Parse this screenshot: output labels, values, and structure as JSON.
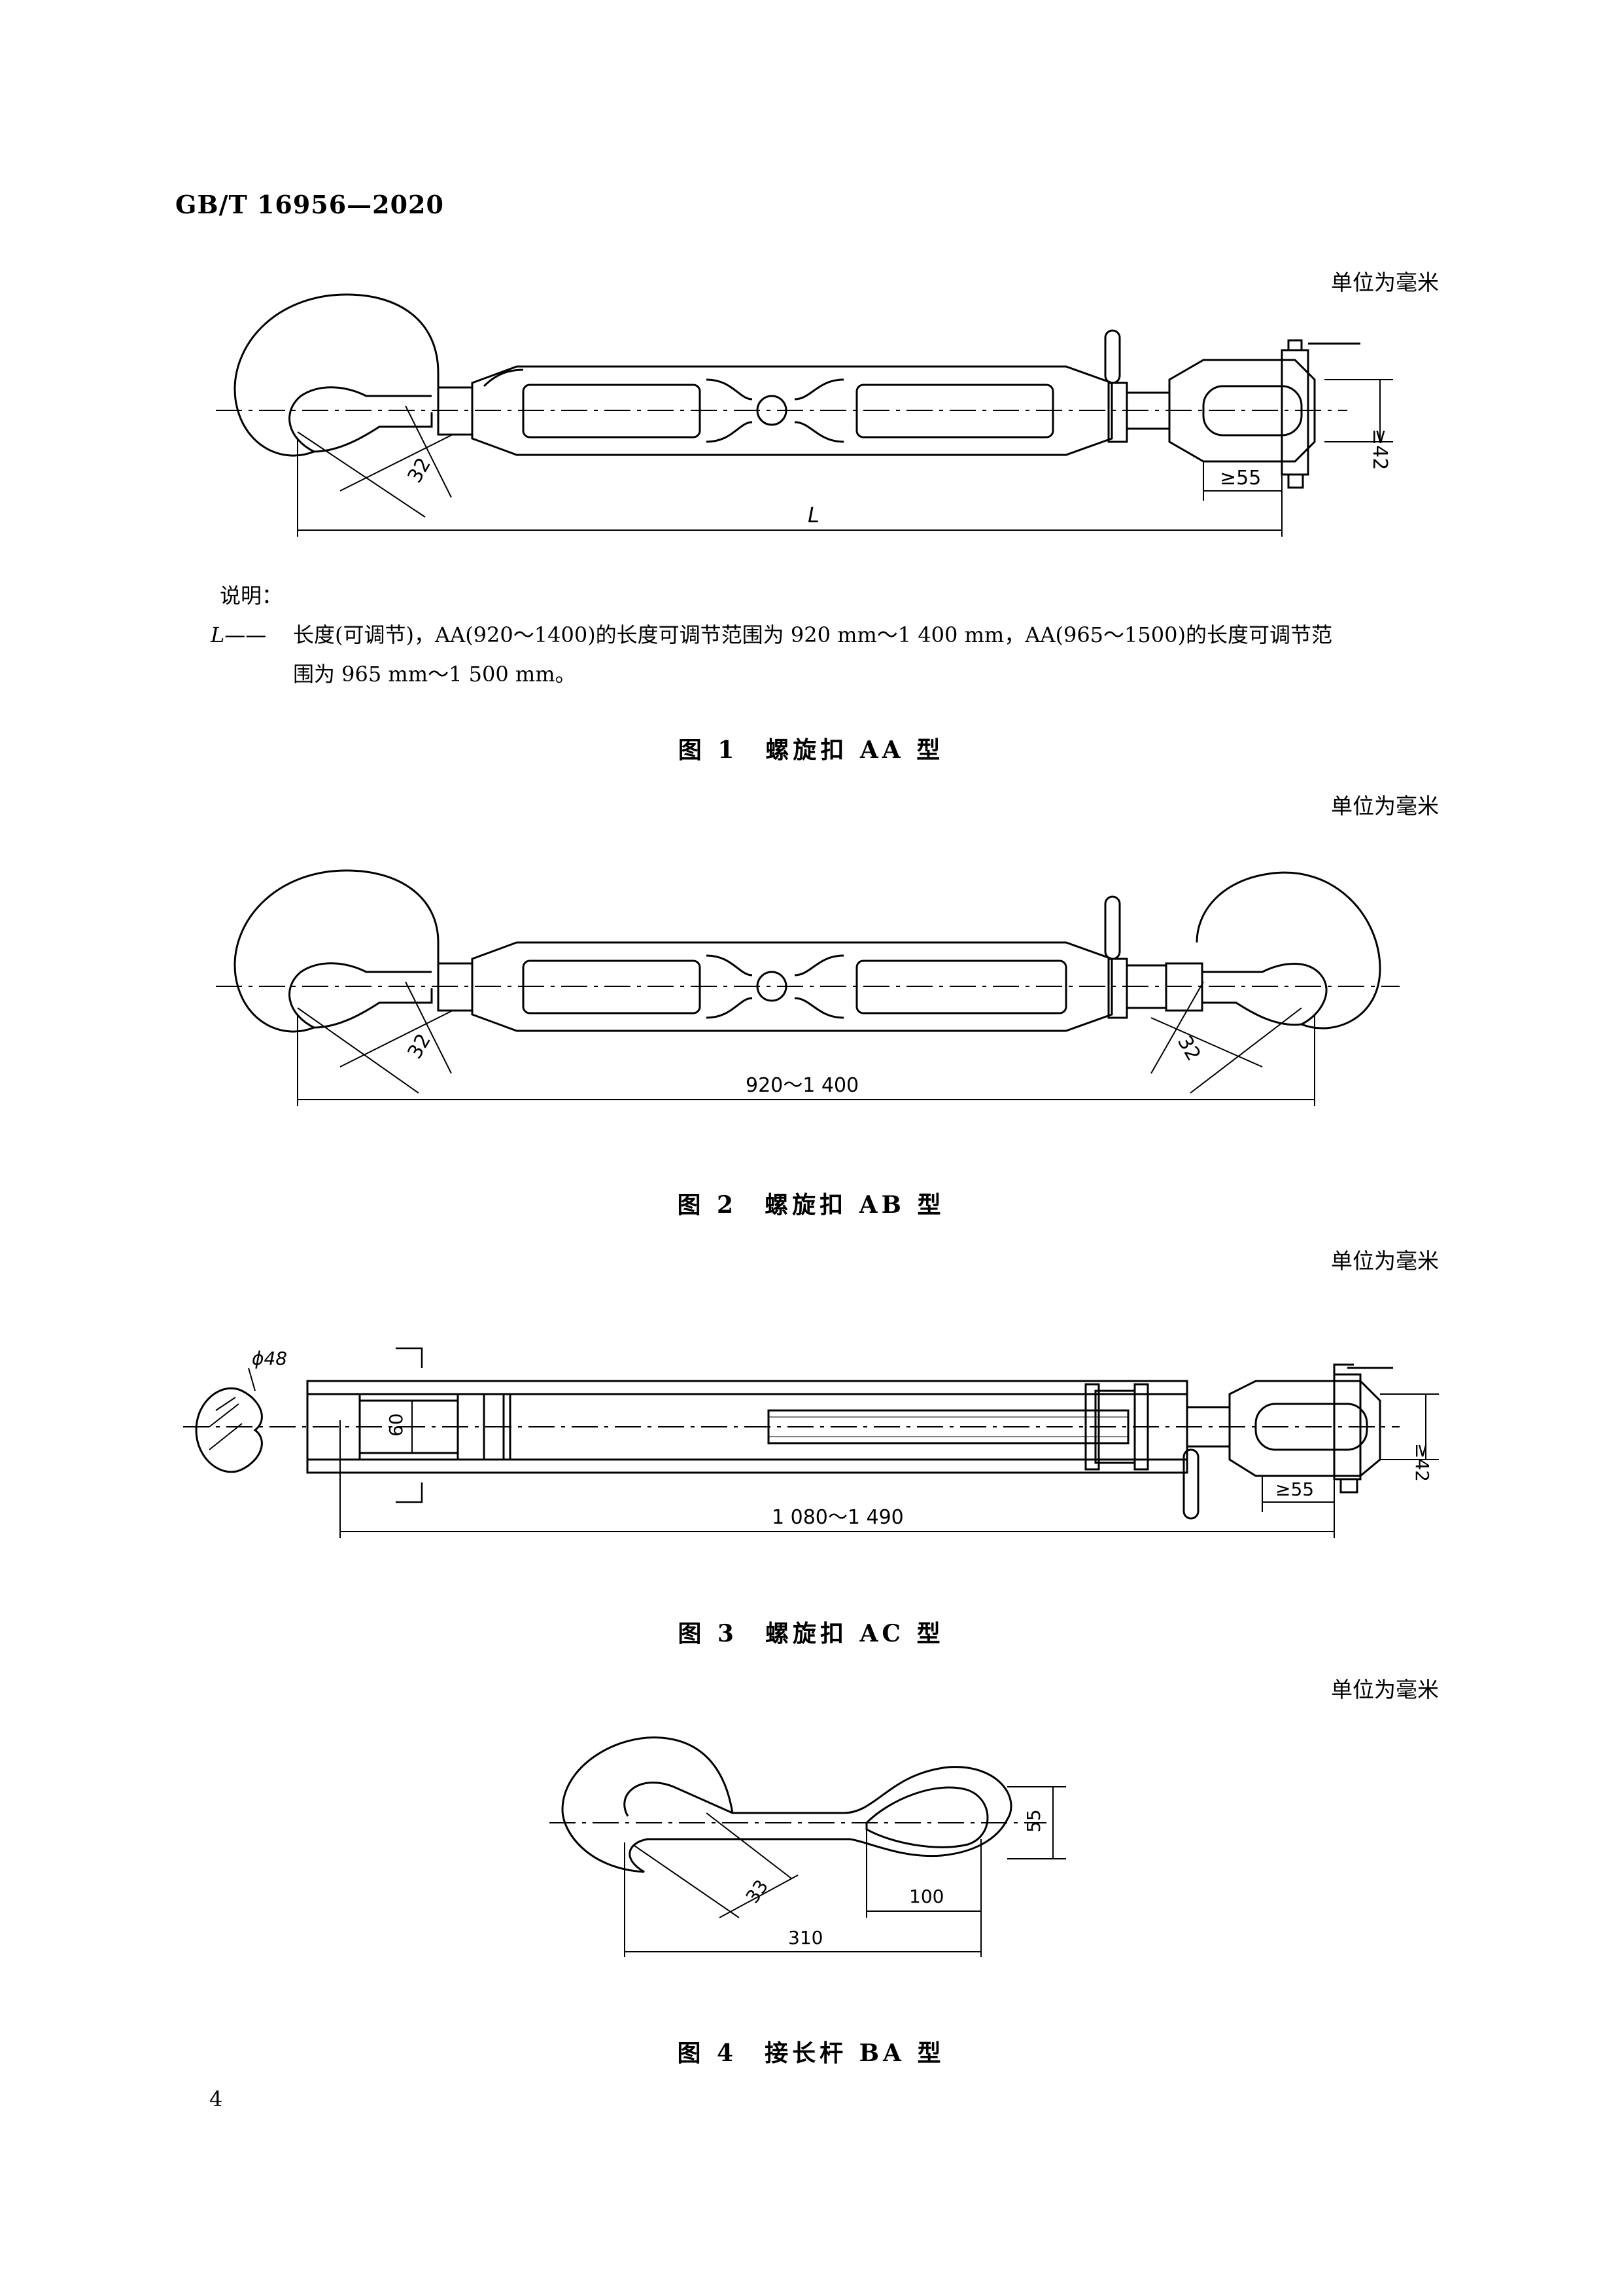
{
  "header": {
    "standard_id": "GB/T 16956—2020"
  },
  "unit_note": "单位为毫米",
  "figure1": {
    "caption": "图 1　螺旋扣 AA 型",
    "dim_32": "32",
    "dim_55": "≥55",
    "dim_42": "≥42",
    "dim_L": "L"
  },
  "notes": {
    "title": "说明：",
    "term": "L——",
    "line1": "长度(可调节)，AA(920～1400)的长度可调节范围为 920 mm～1 400 mm，AA(965～1500)的长度可调节范",
    "line2": "围为 965 mm～1 500 mm。"
  },
  "figure2": {
    "caption": "图 2　螺旋扣 AB 型",
    "dim_32_left": "32",
    "dim_32_right": "32",
    "dim_length": "920～1 400"
  },
  "figure3": {
    "caption": "图 3　螺旋扣 AC 型",
    "dim_phi48": "ϕ48",
    "dim_60": "60",
    "dim_55": "≥55",
    "dim_42": "≥42",
    "dim_length": "1 080～1 490"
  },
  "figure4": {
    "caption": "图 4　接长杆 BA 型",
    "dim_33": "33",
    "dim_55": "55",
    "dim_100": "100",
    "dim_310": "310"
  },
  "page_number": "4"
}
